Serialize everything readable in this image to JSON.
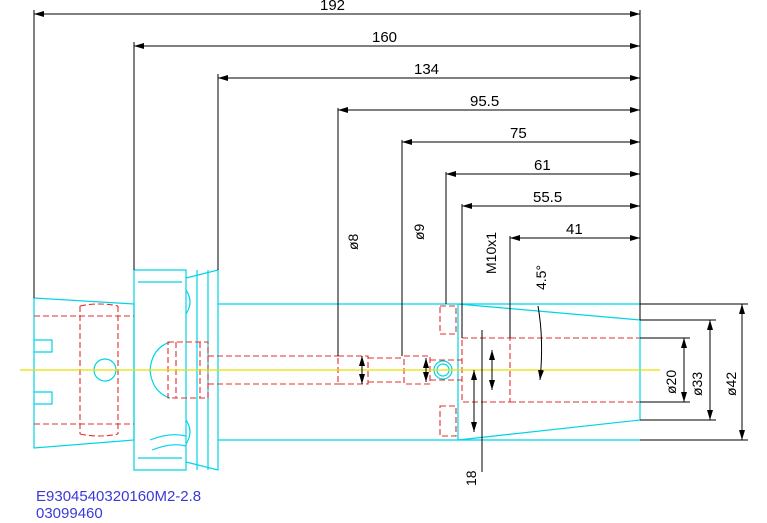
{
  "drawing": {
    "colors": {
      "outline": "#00d4e6",
      "hidden": "#e03030",
      "centerline": "#e8e000",
      "dimension": "#000000",
      "part_code": "#3a3ad8"
    },
    "length_dimensions": [
      "192",
      "160",
      "134",
      "95.5",
      "75",
      "61",
      "55.5",
      "41"
    ],
    "vertical_labels": {
      "d8": "ø8",
      "d9": "ø9",
      "thread": "M10x1",
      "angle": "4.5°",
      "d20": "ø20",
      "d33": "ø33",
      "d42": "ø42",
      "depth": "18"
    },
    "part_code_line1": "E9304540320160M2-2.8",
    "part_code_line2": "03099460"
  }
}
